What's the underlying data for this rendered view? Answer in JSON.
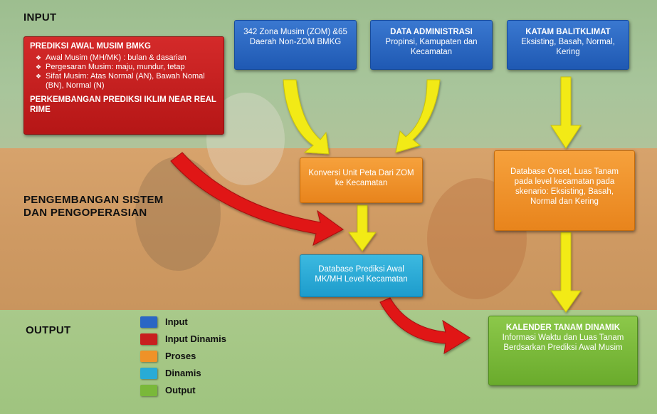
{
  "sections": {
    "input": "INPUT",
    "process": "PENGEMBANGAN SISTEM\nDAN PENGOPERASIAN",
    "output": "OUTPUT"
  },
  "boxes": {
    "bmkg": {
      "title": "PREDIKSI AWAL MUSIM BMKG",
      "bullets": [
        "Awal Musim (MH/MK) : bulan & dasarian",
        "Pergesaran Musim: maju, mundur, tetap",
        "Sifat Musim: Atas Normal (AN), Bawah Nomal (BN), Normal (N)"
      ],
      "footer": "PERKEMBANGAN PREDIKSI IKLIM NEAR REAL RIME"
    },
    "zom": {
      "text": "342 Zona Musim (ZOM) &65 Daerah Non-ZOM BMKG"
    },
    "admin": {
      "title": "DATA ADMINISTRASI",
      "text": "Propinsi, Kamupaten dan Kecamatan"
    },
    "katam": {
      "title": "KATAM BALITKLIMAT",
      "text": "Eksisting, Basah, Normal, Kering"
    },
    "konversi": {
      "text": "Konversi Unit Peta Dari ZOM ke Kecamatan"
    },
    "onset": {
      "text": "Database Onset, Luas Tanam pada level kecamatan pada skenario: Eksisting, Basah, Normal dan Kering"
    },
    "prediksi": {
      "text": "Database Prediksi Awal MK/MH Level Kecamatan"
    },
    "kalender": {
      "title": "KALENDER TANAM DINAMIK",
      "text": "Informasi Waktu dan Luas Tanam Berdsarkan Prediksi Awal Musim"
    }
  },
  "legend": [
    {
      "label": "Input",
      "color": "#2a66c4"
    },
    {
      "label": "Input Dinamis",
      "color": "#c81f1f"
    },
    {
      "label": "Proses",
      "color": "#ef9228"
    },
    {
      "label": "Dinamis",
      "color": "#28abd6"
    },
    {
      "label": "Output",
      "color": "#7ab83a"
    }
  ],
  "colors": {
    "arrow_yellow": "#f2ea12",
    "arrow_red": "#e01818"
  }
}
